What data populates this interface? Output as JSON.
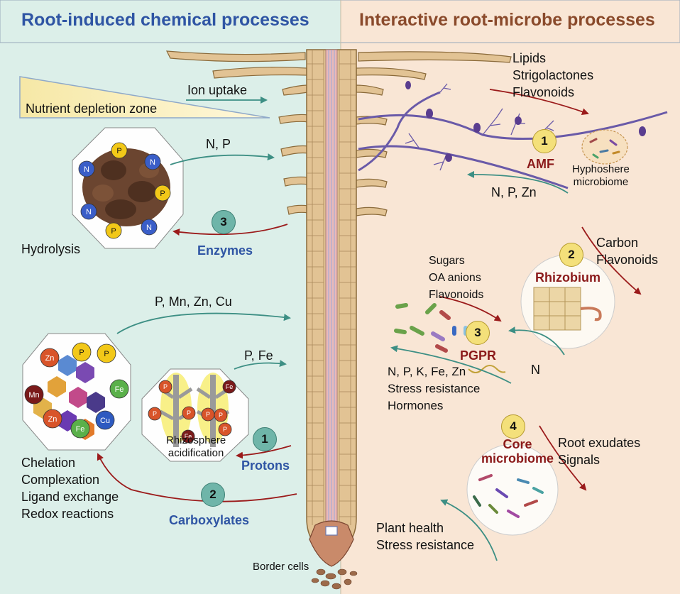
{
  "headers": {
    "left": "Root-induced chemical processes",
    "right": "Interactive root-microbe processes"
  },
  "left_panel": {
    "ion_uptake": "Ion uptake",
    "depletion_zone": "Nutrient depletion zone",
    "np_label": "N, P",
    "hydrolysis": "Hydrolysis",
    "enzymes": {
      "number": "3",
      "label": "Enzymes"
    },
    "micronutrients": "P, Mn, Zn, Cu",
    "pfe": "P, Fe",
    "acidification": [
      "Rhizosphere",
      "acidification"
    ],
    "protons": {
      "number": "1",
      "label": "Protons"
    },
    "carboxylates": {
      "number": "2",
      "label": "Carboxylates"
    },
    "processes": [
      "Chelation",
      "Complexation",
      "Ligand exchange",
      "Redox reactions"
    ],
    "border_cells": "Border cells",
    "octagon1_ions": [
      "P",
      "N",
      "N",
      "P",
      "N",
      "P",
      "N"
    ],
    "octagon2_ions": [
      "P",
      "Zn",
      "P",
      "Fe",
      "Mn",
      "Zn",
      "Cu",
      "Fe"
    ],
    "octagon3_ions": [
      "P",
      "Fe",
      "P",
      "P",
      "P",
      "P",
      "Fe",
      "P"
    ]
  },
  "right_panel": {
    "amf_signals": [
      "Lipids",
      "Strigolactones",
      "Flavonoids"
    ],
    "amf": {
      "number": "1",
      "label": "AMF"
    },
    "hyphosphere": [
      "Hyphoshere",
      "microbiome"
    ],
    "amf_return": "N, P, Zn",
    "rhizobium_signals": [
      "Carbon",
      "Flavonoids"
    ],
    "rhizobium": {
      "number": "2",
      "label": "Rhizobium"
    },
    "pgpr_signals": [
      "Sugars",
      "OA anions",
      "Flavonoids"
    ],
    "pgpr": {
      "number": "3",
      "label": "PGPR"
    },
    "n_label": "N",
    "pgpr_return": [
      "N, P, K, Fe, Zn",
      "Stress resistance",
      "Hormones"
    ],
    "core": {
      "number": "4",
      "label": [
        "Core",
        "microbiome"
      ]
    },
    "core_signals": [
      "Root exudates",
      "Signals"
    ],
    "core_return": [
      "Plant health",
      "Stress resistance"
    ]
  },
  "colors": {
    "left_bg": "#dcefe9",
    "right_bg": "#f9e6d5",
    "teal_arrow": "#3d8f84",
    "red_arrow": "#9b1b1b",
    "hypha": "#6a5aa8",
    "root_fill": "#e2c394",
    "root_stroke": "#8a6a3a"
  }
}
